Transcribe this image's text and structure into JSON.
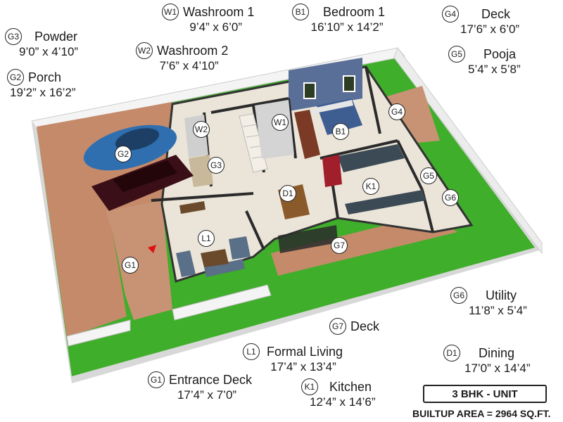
{
  "legend": {
    "W1": {
      "code": "W1",
      "name": "Washroom 1",
      "dim": "9’4” x 6’0”"
    },
    "B1": {
      "code": "B1",
      "name": "Bedroom 1",
      "dim": "16’10” x 14’2”"
    },
    "G4": {
      "code": "G4",
      "name": "Deck",
      "dim": "17’6” x 6’0”"
    },
    "G3": {
      "code": "G3",
      "name": "Powder",
      "dim": "9’0” x 4’10”"
    },
    "W2": {
      "code": "W2",
      "name": "Washroom 2",
      "dim": "7’6” x 4’10”"
    },
    "G5": {
      "code": "G5",
      "name": "Pooja",
      "dim": "5’4” x 5’8”"
    },
    "G2": {
      "code": "G2",
      "name": "Porch",
      "dim": "19’2” x 16’2”"
    },
    "G6": {
      "code": "G6",
      "name": "Utility",
      "dim": "11’8” x 5’4”"
    },
    "G7": {
      "code": "G7",
      "name": "Deck",
      "dim": ""
    },
    "L1": {
      "code": "L1",
      "name": "Formal Living",
      "dim": "17’4” x 13’4”"
    },
    "D1": {
      "code": "D1",
      "name": "Dining",
      "dim": "17’0” x 14’4”"
    },
    "G1": {
      "code": "G1",
      "name": "Entrance Deck",
      "dim": "17’4” x 7’0”"
    },
    "K1": {
      "code": "K1",
      "name": "Kitchen",
      "dim": "12’4” x 14’6”"
    }
  },
  "plan_labels": {
    "W1": "W1",
    "W2": "W2",
    "B1": "B1",
    "G4": "G4",
    "G2": "G2",
    "G3": "G3",
    "D1": "D1",
    "K1": "K1",
    "G5": "G5",
    "G6": "G6",
    "L1": "L1",
    "G7": "G7",
    "G1": "G1"
  },
  "unit": "3 BHK - UNIT",
  "builtup": "BUILTUP AREA = 2964 SQ.FT.",
  "colors": {
    "grass": "#3fae2a",
    "deck": "#c48a6a",
    "wall": "#f2f2f2",
    "floor": "#eae4d8",
    "accent_wall": "#5a6f98",
    "car_blue": "#2f6fb0",
    "car_maroon": "#3b0f17",
    "bed_blue": "#3e5e92"
  }
}
